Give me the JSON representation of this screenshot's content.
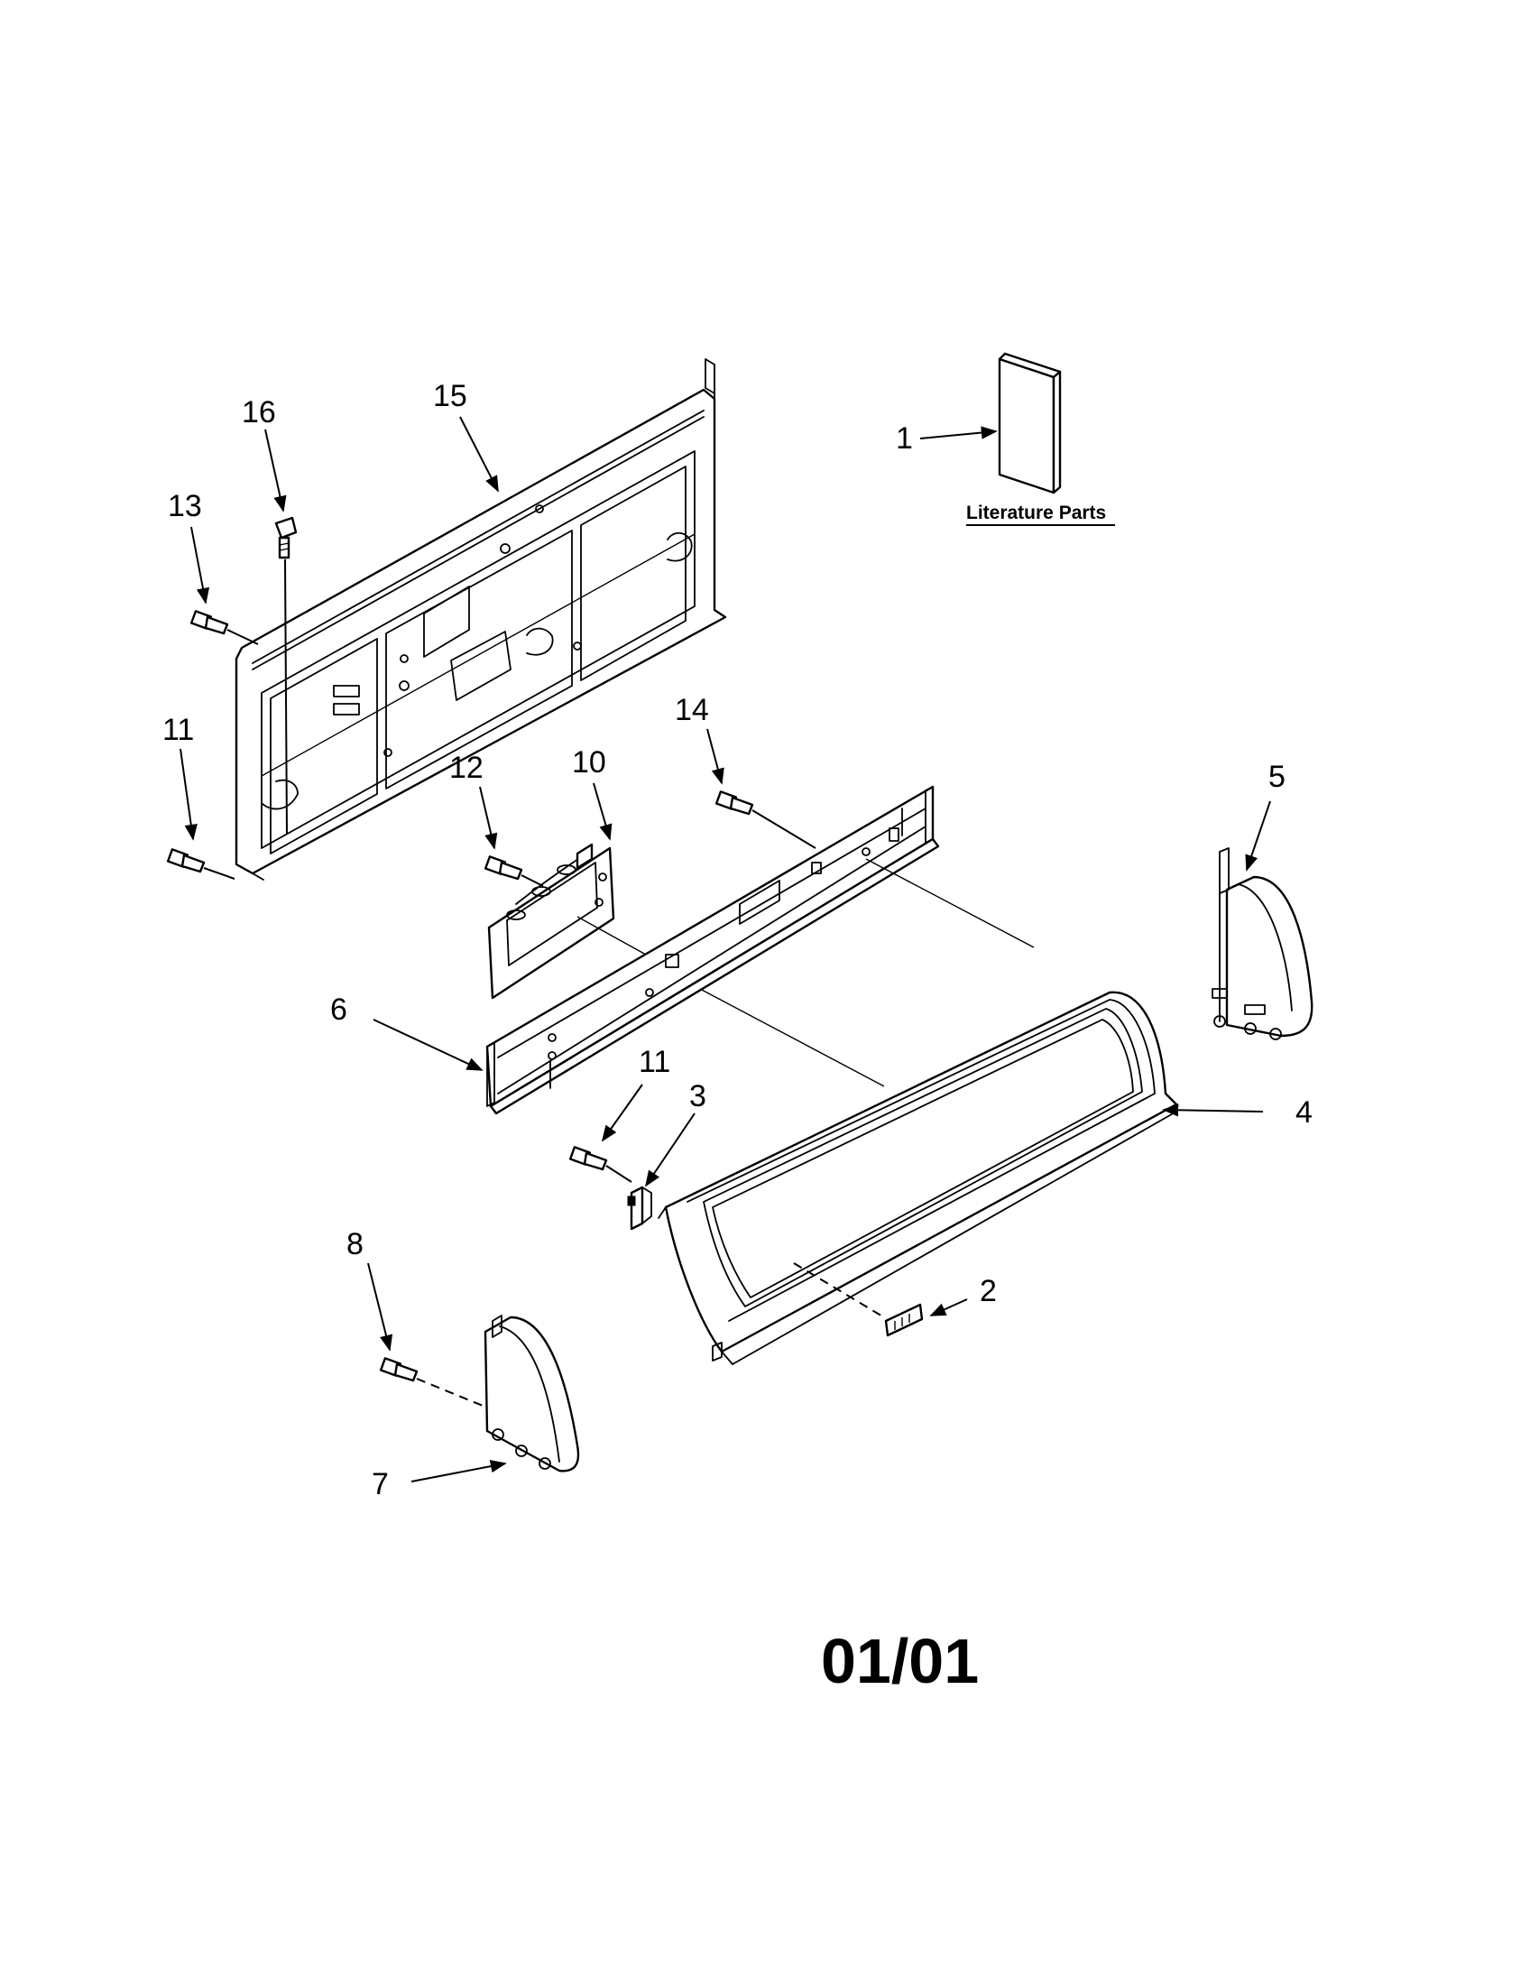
{
  "diagram": {
    "callouts": {
      "c1": "1",
      "c2": "2",
      "c3": "3",
      "c4": "4",
      "c5": "5",
      "c6": "6",
      "c7": "7",
      "c8": "8",
      "c10": "10",
      "c11_top": "11",
      "c11_bottom": "11",
      "c12": "12",
      "c13": "13",
      "c14": "14",
      "c15": "15",
      "c16": "16"
    },
    "literature_label": "Literature Parts",
    "page_code": "01/01"
  }
}
